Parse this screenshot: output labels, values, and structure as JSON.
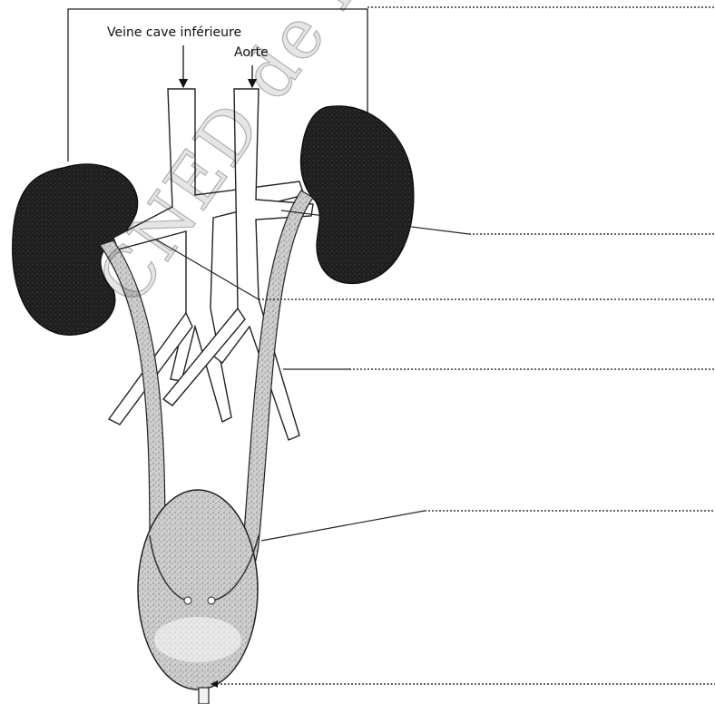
{
  "labels": {
    "vena_cava": "Veine cave inférieure",
    "aorta": "Aorte"
  },
  "watermark": "CNED de l'Académie de Caen",
  "colors": {
    "kidney": "#222222",
    "ureter": "#b5b5b5",
    "bladder": "#c8c8c8",
    "vessel_outline": "#222222",
    "dotted_line": "#333333"
  },
  "answer_lines": 6
}
